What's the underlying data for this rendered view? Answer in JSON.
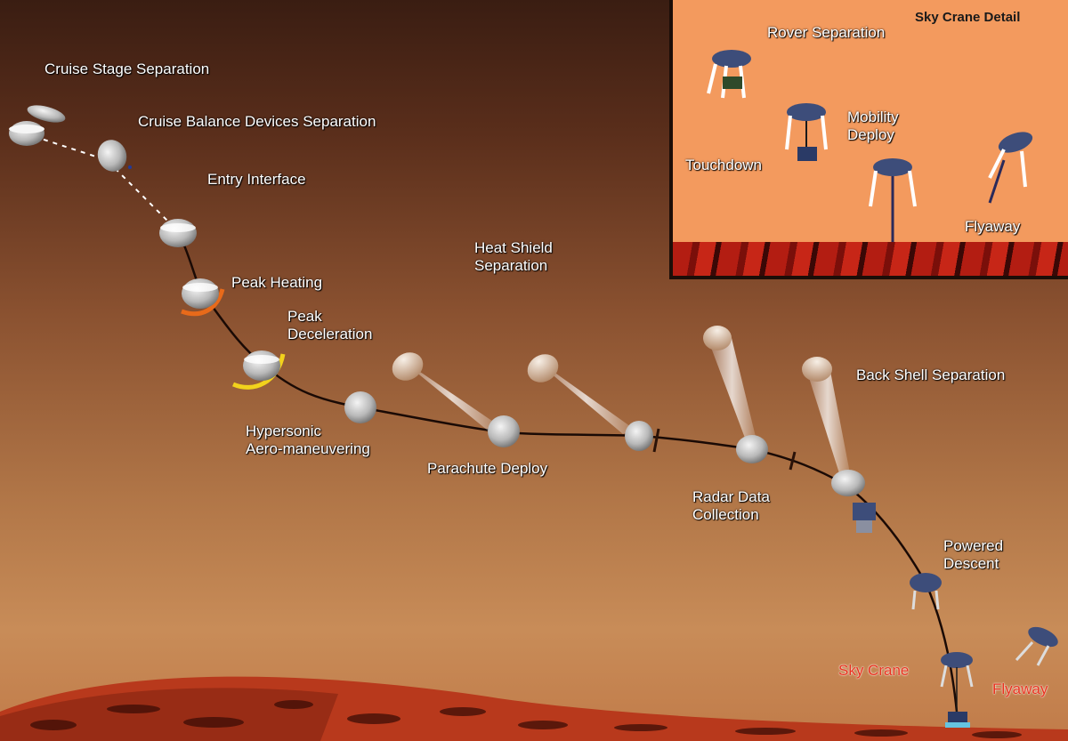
{
  "labels": {
    "cruise_stage_separation": "Cruise Stage Separation",
    "cruise_balance_devices_separation": "Cruise Balance Devices Separation",
    "entry_interface": "Entry Interface",
    "heat_shield_separation_line1": "Heat Shield",
    "heat_shield_separation_line2": "Separation",
    "peak_heating": "Peak Heating",
    "peak_deceleration_line1": "Peak",
    "peak_deceleration_line2": "Deceleration",
    "hypersonic_line1": "Hypersonic",
    "hypersonic_line2": "Aero-maneuvering",
    "parachute_deploy": "Parachute Deploy",
    "radar_data_line1": "Radar Data",
    "radar_data_line2": "Collection",
    "back_shell_separation": "Back Shell Separation",
    "powered_descent_line1": "Powered",
    "powered_descent_line2": "Descent",
    "sky_crane": "Sky Crane",
    "flyaway": "Flyaway"
  },
  "inset": {
    "title": "Sky Crane Detail",
    "rover_separation": "Rover Separation",
    "mobility_deploy_line1": "Mobility",
    "mobility_deploy_line2": "Deploy",
    "touchdown": "Touchdown",
    "flyaway": "Flyaway"
  },
  "colors": {
    "sky_top": "#3a1d12",
    "sky_bottom": "#c88c58",
    "inset_bg": "#f39a5e",
    "ground_red": "#b31d12",
    "peak_heating_arc": "#e86a1a",
    "peak_deceleration_arc": "#f2d21c",
    "highlight_label": "#e8321e"
  }
}
